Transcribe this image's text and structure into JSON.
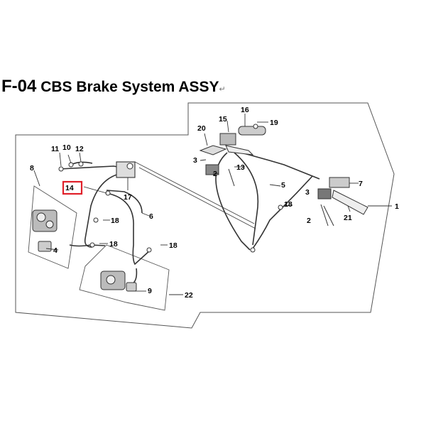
{
  "title": {
    "code": "F-04",
    "name": "CBS Brake System ASSY",
    "mark": "↵"
  },
  "highlight_color": "#e0202a",
  "highlighted_part": "14",
  "labels": [
    {
      "id": "l1",
      "text": "1"
    },
    {
      "id": "l2a",
      "text": "2"
    },
    {
      "id": "l2b",
      "text": "2"
    },
    {
      "id": "l3a",
      "text": "3"
    },
    {
      "id": "l3b",
      "text": "3"
    },
    {
      "id": "l4",
      "text": "4"
    },
    {
      "id": "l5",
      "text": "5"
    },
    {
      "id": "l6",
      "text": "6"
    },
    {
      "id": "l7",
      "text": "7"
    },
    {
      "id": "l8",
      "text": "8"
    },
    {
      "id": "l9",
      "text": "9"
    },
    {
      "id": "l10",
      "text": "10"
    },
    {
      "id": "l11",
      "text": "11"
    },
    {
      "id": "l12",
      "text": "12"
    },
    {
      "id": "l13",
      "text": "13"
    },
    {
      "id": "l14",
      "text": "14"
    },
    {
      "id": "l15",
      "text": "15"
    },
    {
      "id": "l16",
      "text": "16"
    },
    {
      "id": "l17",
      "text": "17"
    },
    {
      "id": "l18a",
      "text": "18"
    },
    {
      "id": "l18b",
      "text": "18"
    },
    {
      "id": "l18c",
      "text": "18"
    },
    {
      "id": "l18d",
      "text": "18"
    },
    {
      "id": "l19",
      "text": "19"
    },
    {
      "id": "l20",
      "text": "20"
    },
    {
      "id": "l21",
      "text": "21"
    },
    {
      "id": "l22",
      "text": "22"
    }
  ]
}
